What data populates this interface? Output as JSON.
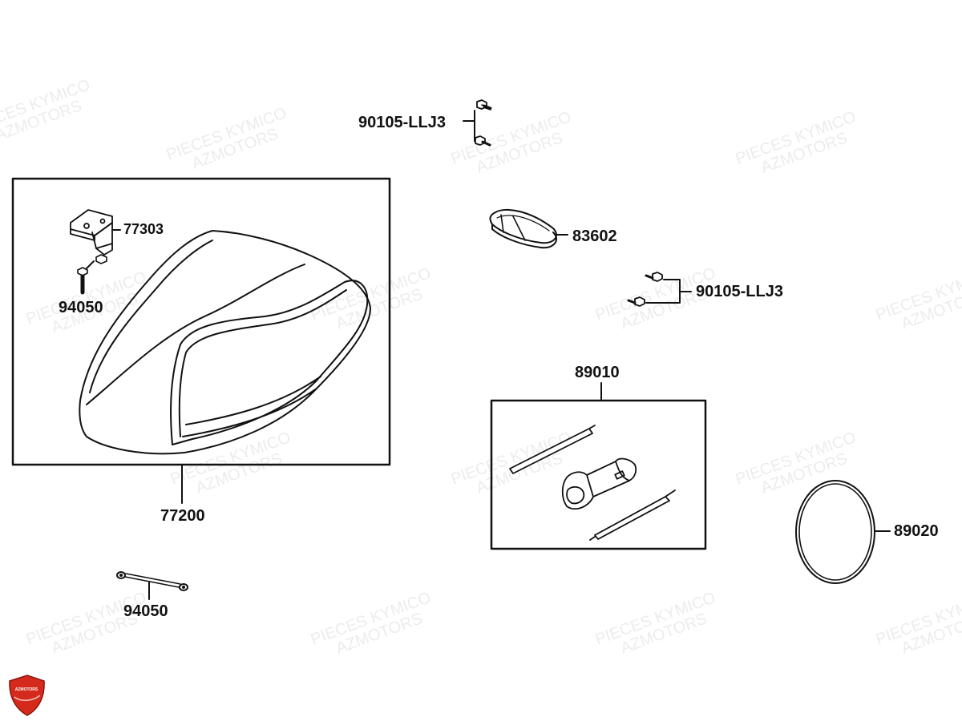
{
  "labels": {
    "screws_top": "90105-LLJ3",
    "seat_bracket": "77303",
    "bolt_upper": "94050",
    "seat": "77200",
    "bolt_lower": "94050",
    "cover_cap": "83602",
    "screws_right": "90105-LLJ3",
    "tool_kit": "89010",
    "ring_gasket": "89020"
  },
  "watermark": {
    "line1": "PIECES KYMICO",
    "line2": "AZMOTORS"
  },
  "brand": {
    "logo_text": "AZMOTORS",
    "logo_color": "#d42a1c"
  }
}
